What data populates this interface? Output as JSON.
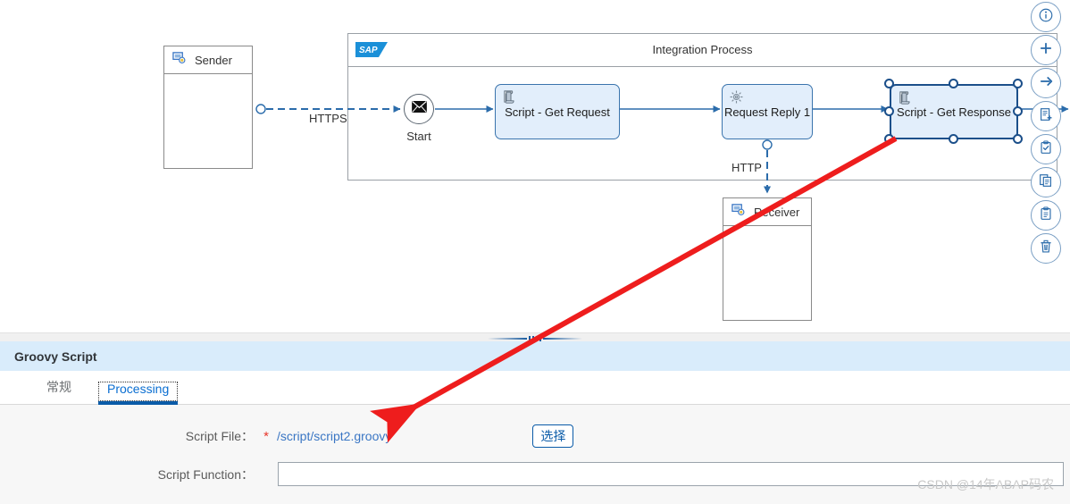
{
  "canvas": {
    "pool": {
      "title": "Integration Process",
      "logo": "sap-logo"
    },
    "sender": {
      "title": "Sender",
      "icon": "participant-icon"
    },
    "receiver": {
      "title": "Receiver",
      "icon": "participant-icon"
    },
    "start_event": {
      "label": "Start",
      "icon": "message-envelope-icon"
    },
    "steps": [
      {
        "label": "Script - Get Request",
        "icon": "script-icon",
        "selected": false
      },
      {
        "label": "Request Reply 1",
        "icon": "gear-icon",
        "selected": false
      },
      {
        "label": "Script - Get Response",
        "icon": "script-icon",
        "selected": true
      }
    ],
    "edges": [
      {
        "label": "HTTPS"
      },
      {
        "label": "HTTP"
      }
    ]
  },
  "toolbar": {
    "items": [
      {
        "name": "info-icon",
        "title": "Info"
      },
      {
        "name": "plus-icon",
        "title": "Add"
      },
      {
        "name": "arrow-right-icon",
        "title": "Connect"
      },
      {
        "name": "document-add-icon",
        "title": "Add Document"
      },
      {
        "name": "clipboard-check-icon",
        "title": "Validate"
      },
      {
        "name": "copy-icon",
        "title": "Copy"
      },
      {
        "name": "paste-icon",
        "title": "Paste"
      },
      {
        "name": "trash-icon",
        "title": "Delete"
      }
    ]
  },
  "panel": {
    "title": "Groovy Script",
    "tabs": [
      {
        "label": "常规",
        "active": false
      },
      {
        "label": "Processing",
        "active": true
      }
    ],
    "form": {
      "script_file": {
        "label": "Script File：",
        "required_marker": "*",
        "value": "/script/script2.groovy",
        "choose_label": "选择"
      },
      "script_function": {
        "label": "Script Function：",
        "value": "",
        "placeholder": ""
      }
    }
  },
  "colors": {
    "accent": "#0a6ed1",
    "panel_header_bg": "#d9ecfb",
    "shape_fill": "#e2eefb",
    "shape_border": "#3a74ad",
    "selection": "#1b4f8a",
    "required": "#e8362b",
    "annotation": "#ee1d1d"
  },
  "watermark": {
    "text": "CSDN @14年ABAP码农"
  }
}
